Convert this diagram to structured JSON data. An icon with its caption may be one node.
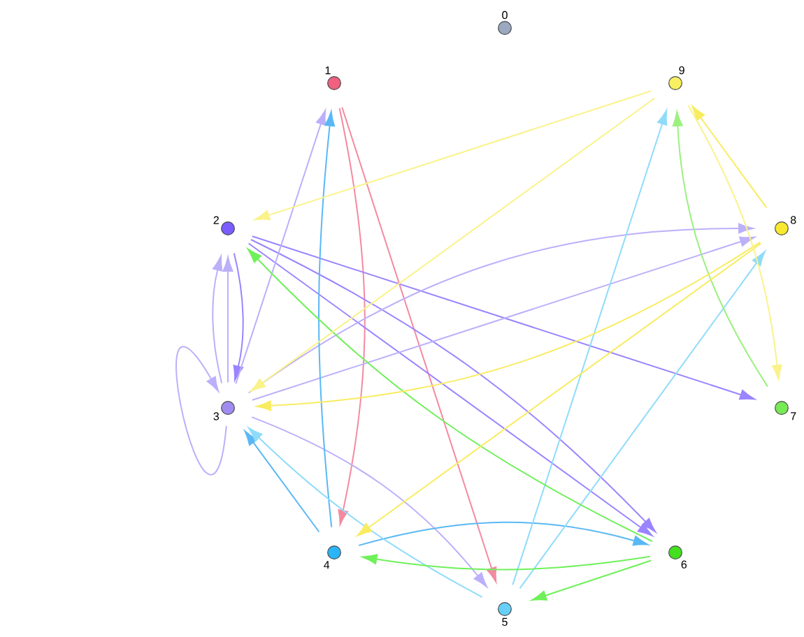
{
  "diagram": {
    "nodes": [
      {
        "text": [
          "0"
        ]
      },
      {
        "text": [
          "1"
        ]
      },
      {
        "text": [
          "2"
        ]
      },
      {
        "text": [
          "3"
        ]
      },
      {
        "text": [
          "4"
        ]
      },
      {
        "text": [
          "5"
        ]
      },
      {
        "text": [
          "6"
        ]
      },
      {
        "text": [
          "7"
        ]
      },
      {
        "text": [
          "8"
        ]
      },
      {
        "text": [
          "9"
        ]
      }
    ],
    "edges": [
      {
        "from": 1,
        "to": 4,
        "arrow": "to",
        "color": "#f48aa0"
      },
      {
        "from": 1,
        "to": 5,
        "arrow": "to",
        "color": "#f48aa0"
      },
      {
        "from": 2,
        "to": 3,
        "arrow": "to",
        "color": "#9b84ff"
      },
      {
        "from": 2,
        "to": 7,
        "arrow": "to",
        "color": "#9b84ff"
      },
      {
        "from": 2,
        "to": 6,
        "arrow": "to",
        "color": "#9b84ff"
      },
      {
        "from": 2,
        "to": 6,
        "arrow": "to",
        "color": "#9b84ff"
      },
      {
        "from": 3,
        "to": 1,
        "arrow": "to",
        "color": "#bcb0fa"
      },
      {
        "from": 3,
        "to": 2,
        "arrow": "to",
        "color": "#bcb0fa"
      },
      {
        "from": 3,
        "to": 2,
        "arrow": "to",
        "color": "#bcb0fa"
      },
      {
        "from": 3,
        "to": 3,
        "arrow": "to",
        "color": "#bcb0fa"
      },
      {
        "from": 3,
        "to": 8,
        "arrow": "to",
        "color": "#bcb0fa"
      },
      {
        "from": 3,
        "to": 8,
        "arrow": "to",
        "color": "#bcb0fa"
      },
      {
        "from": 3,
        "to": 5,
        "arrow": "to",
        "color": "#bcb0fa"
      },
      {
        "from": 4,
        "to": 1,
        "arrow": "to",
        "color": "#5ab8f5"
      },
      {
        "from": 4,
        "to": 3,
        "arrow": "to",
        "color": "#5ab8f5"
      },
      {
        "from": 4,
        "to": 6,
        "arrow": "to",
        "color": "#5ab8f5"
      },
      {
        "from": 5,
        "to": 3,
        "arrow": "to",
        "color": "#8fdcfa"
      },
      {
        "from": 5,
        "to": 9,
        "arrow": "to",
        "color": "#8fdcfa"
      },
      {
        "from": 5,
        "to": 8,
        "arrow": "to",
        "color": "#8fdcfa"
      },
      {
        "from": 6,
        "to": 2,
        "arrow": "to",
        "color": "#6ff05a"
      },
      {
        "from": 6,
        "to": 4,
        "arrow": "to",
        "color": "#6ff05a"
      },
      {
        "from": 6,
        "to": 5,
        "arrow": "to",
        "color": "#6ff05a"
      },
      {
        "from": 7,
        "to": 9,
        "arrow": "to",
        "color": "#9cf080"
      },
      {
        "from": 8,
        "to": 9,
        "arrow": "to",
        "color": "#f8ec60"
      },
      {
        "from": 8,
        "to": 3,
        "arrow": "to",
        "color": "#f8ec60"
      },
      {
        "from": 8,
        "to": 4,
        "arrow": "to",
        "color": "#f8ec60"
      },
      {
        "from": 9,
        "to": 2,
        "arrow": "to",
        "color": "#faf28a"
      },
      {
        "from": 9,
        "to": 3,
        "arrow": "to",
        "color": "#faf28a"
      },
      {
        "from": 9,
        "to": 7,
        "arrow": "to",
        "color": "#faf28a"
      }
    ]
  }
}
